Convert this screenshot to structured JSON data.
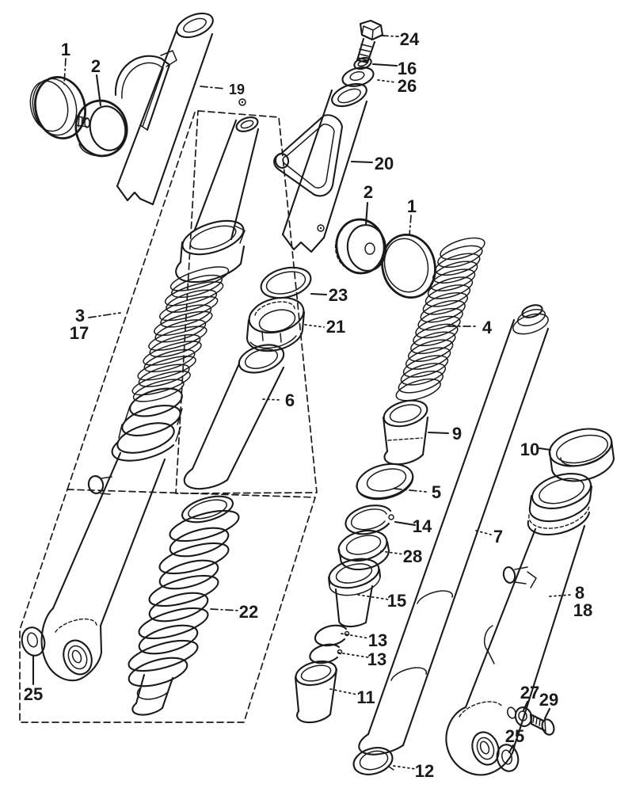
{
  "figure": {
    "type": "exploded-parts-diagram",
    "subject": "front-fork-assembly",
    "colors": {
      "background": "#ffffff",
      "ink": "#1a1a1a"
    },
    "callouts": [
      "1",
      "2",
      "19",
      "24",
      "16",
      "26",
      "20",
      "2",
      "1",
      "3",
      "17",
      "23",
      "21",
      "4",
      "6",
      "9",
      "10",
      "5",
      "14",
      "28",
      "7",
      "15",
      "13",
      "13",
      "11",
      "8",
      "18",
      "22",
      "12",
      "25",
      "27",
      "29",
      "25"
    ]
  }
}
